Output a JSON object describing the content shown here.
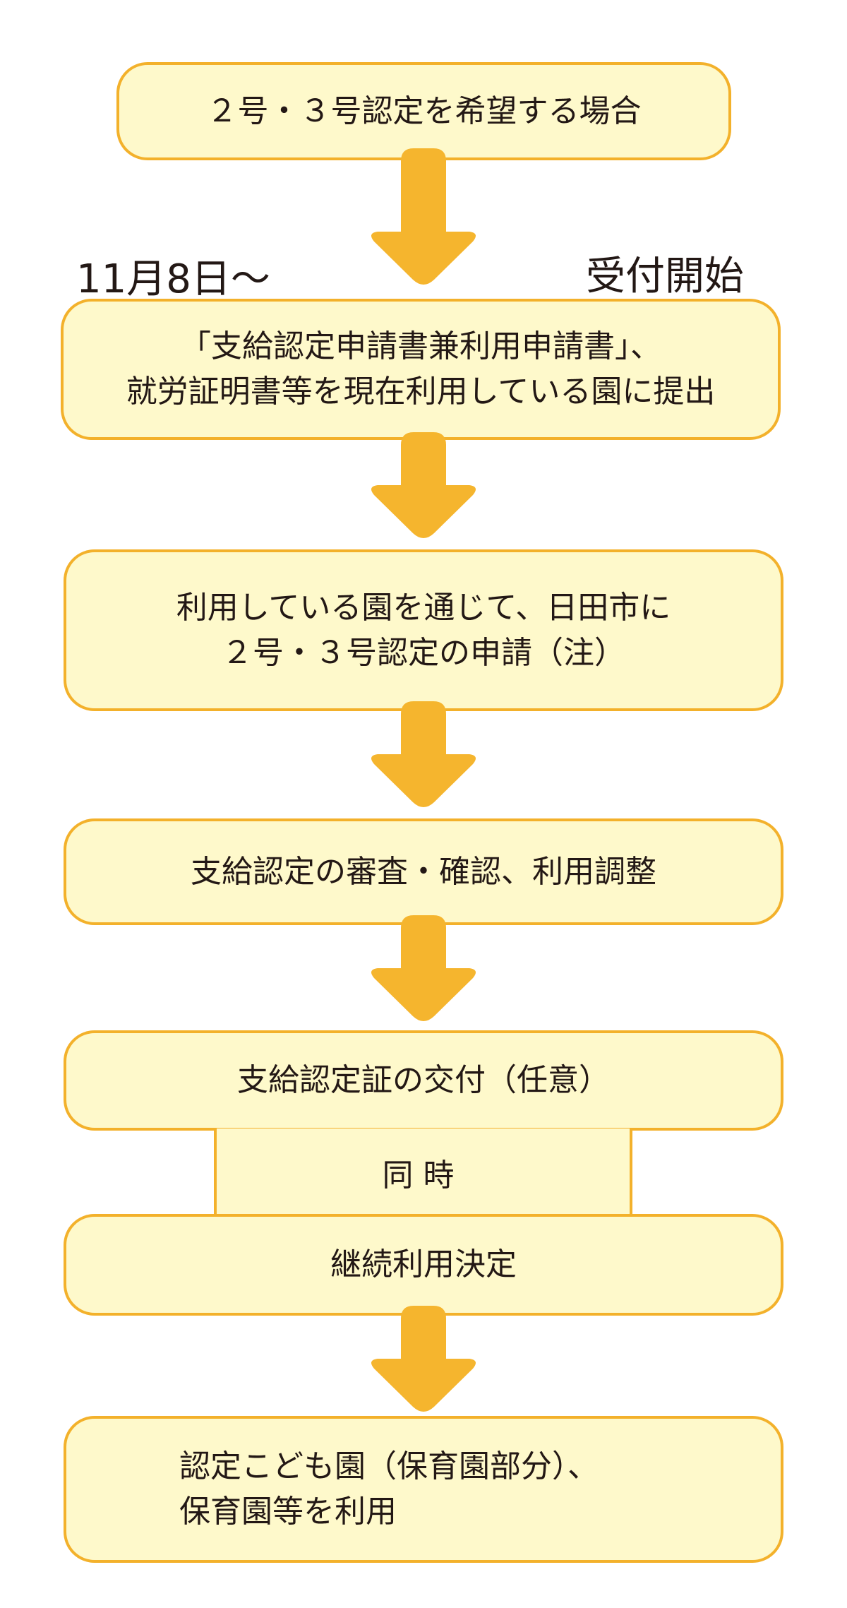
{
  "steps": [
    {
      "text": "２号・３号認定を希望する場合"
    },
    {
      "text": "「支給認定申請書兼利用申請書」、\n就労証明書等を現在利用している園に提出"
    },
    {
      "text": "利用している園を通じて、日田市に\n２号・３号認定の申請（注）"
    },
    {
      "text": "支給認定の審査・確認、利用調整"
    },
    {
      "text": "支給認定証の交付（任意）"
    },
    {
      "text": "継続利用決定"
    },
    {
      "text": "認定こども園（保育園部分）、\n保育園等を利用"
    }
  ],
  "schedule": {
    "date": "11月8日〜",
    "status": "受付開始"
  },
  "connector": {
    "text": "同時"
  },
  "colors": {
    "fill": "#fef9cb",
    "border": "#f3b12b",
    "arrow": "#f5b52e",
    "text": "#231815"
  }
}
